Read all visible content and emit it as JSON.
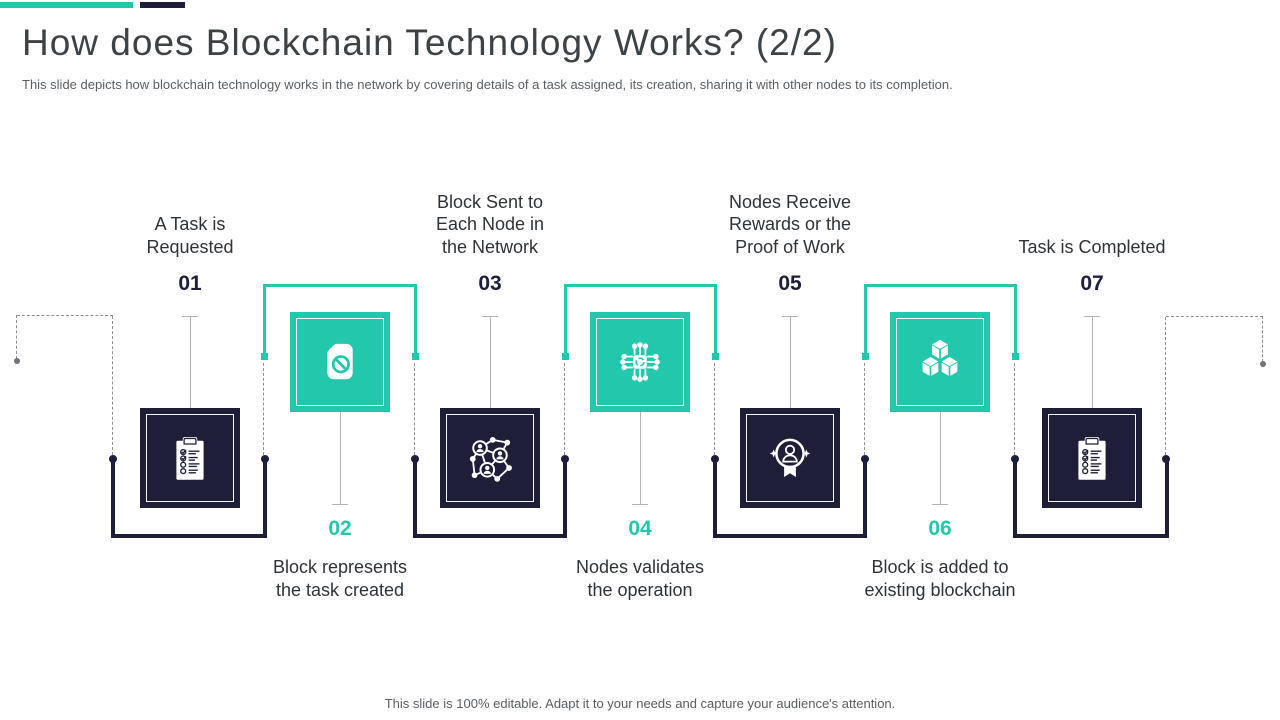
{
  "slide": {
    "title": "How does Blockchain Technology Works? (2/2)",
    "subtitle": "This slide depicts how blockchain technology works in the network by covering details of a task assigned, its creation, sharing it with other nodes to its completion.",
    "footer": "This slide is 100% editable. Adapt it to your needs and capture your audience's attention."
  },
  "colors": {
    "teal": "#22c7ac",
    "navy": "#1e1e38",
    "ink": "#2e3338",
    "title": "#3d4245",
    "muted": "#595e62"
  },
  "steps": [
    {
      "number": "01",
      "label": "A Task is Requested",
      "icon": "clipboard-checklist-icon",
      "variant": "dark"
    },
    {
      "number": "02",
      "label": "Block represents the task created",
      "icon": "restricted-document-icon",
      "variant": "teal"
    },
    {
      "number": "03",
      "label": "Block Sent to Each Node in the Network",
      "icon": "user-network-icon",
      "variant": "dark"
    },
    {
      "number": "04",
      "label": "Nodes validates the operation",
      "icon": "distributed-processing-icon",
      "variant": "teal"
    },
    {
      "number": "05",
      "label": "Nodes Receive Rewards or the Proof of Work",
      "icon": "award-badge-icon",
      "variant": "dark"
    },
    {
      "number": "06",
      "label": "Block is added to existing blockchain",
      "icon": "blockchain-cubes-icon",
      "variant": "teal"
    },
    {
      "number": "07",
      "label": "Task is Completed",
      "icon": "clipboard-checklist-icon",
      "variant": "dark"
    }
  ]
}
